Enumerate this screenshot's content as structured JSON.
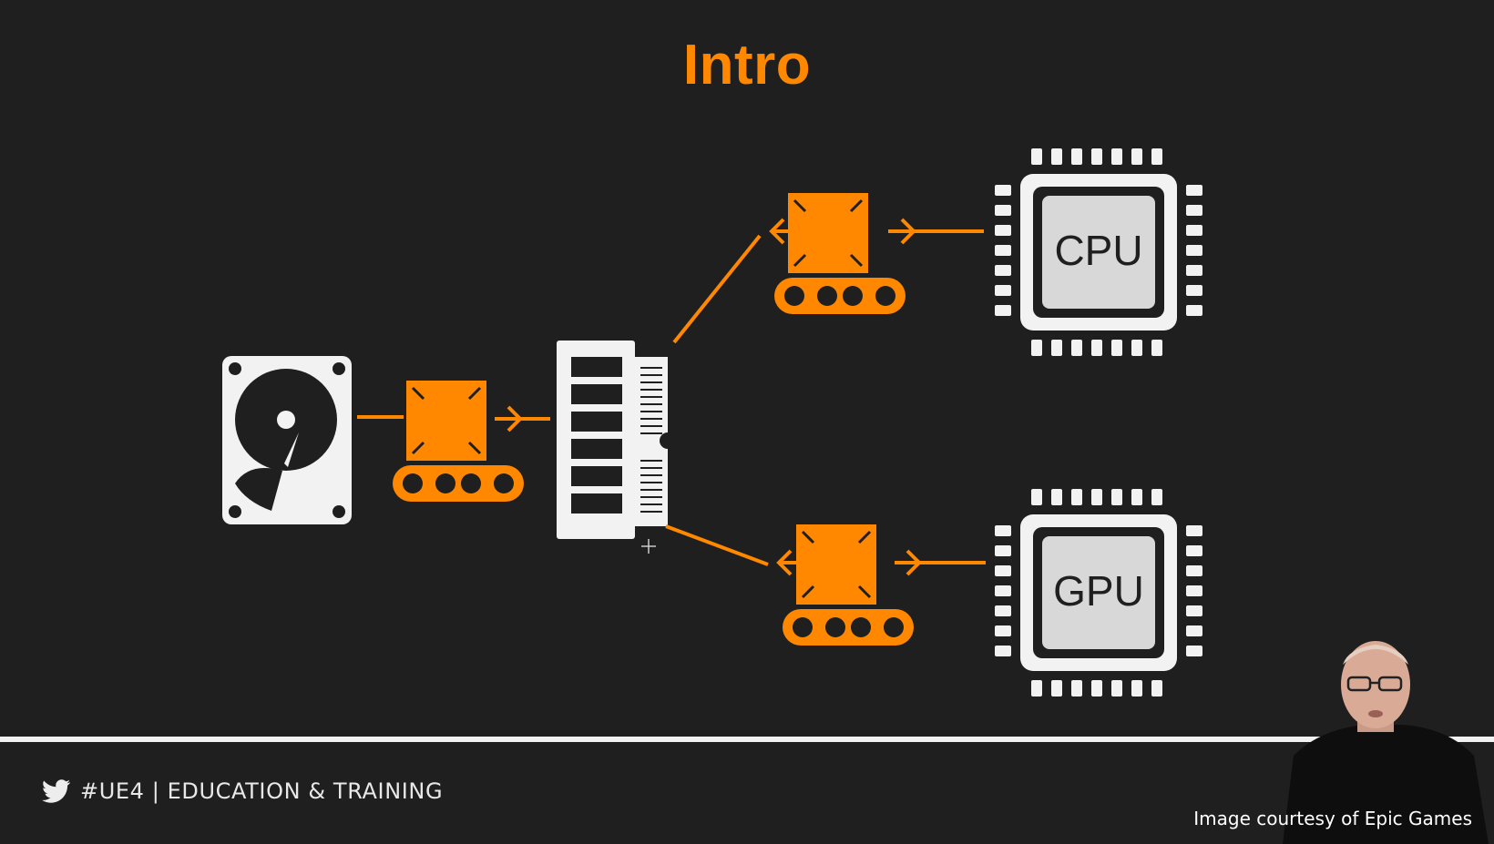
{
  "slide": {
    "title": "Intro",
    "cpu_label": "CPU",
    "gpu_label": "GPU"
  },
  "footer": {
    "hashtag_text": "#UE4 | EDUCATION & TRAINING",
    "credit_text": "Image courtesy of Epic Games"
  },
  "colors": {
    "accent": "#ff8800",
    "background": "#1f1f1f",
    "icon_white": "#f2f2f2",
    "chip_fill": "#d8d8d8"
  },
  "icons": [
    "hard-drive-icon",
    "conveyor-icon",
    "ram-icon",
    "cpu-chip-icon",
    "gpu-chip-icon",
    "twitter-bird-icon",
    "move-cursor-icon"
  ]
}
